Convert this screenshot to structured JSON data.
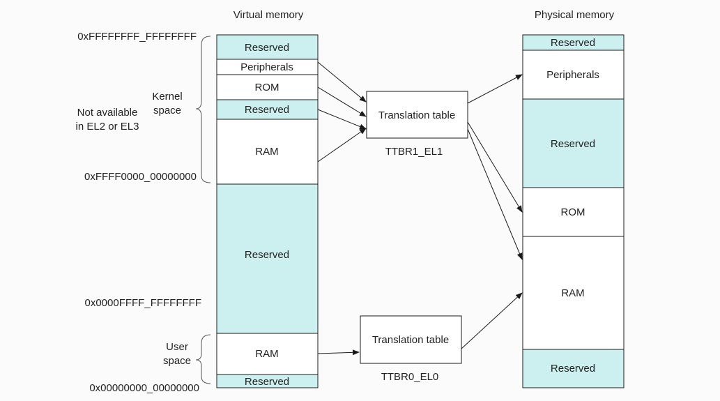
{
  "colors": {
    "reserved_fill": "#ccf0f0",
    "plain_fill": "#ffffff",
    "line": "#1a1a1a",
    "text": "#222222"
  },
  "virtual": {
    "title": "Virtual memory",
    "regions": [
      {
        "label": "Reserved",
        "kind": "reserved"
      },
      {
        "label": "Peripherals",
        "kind": "plain"
      },
      {
        "label": "ROM",
        "kind": "plain"
      },
      {
        "label": "Reserved",
        "kind": "reserved"
      },
      {
        "label": "RAM",
        "kind": "plain"
      },
      {
        "label": "Reserved",
        "kind": "reserved"
      },
      {
        "label": "RAM",
        "kind": "plain"
      },
      {
        "label": "Reserved",
        "kind": "reserved"
      }
    ]
  },
  "physical": {
    "title": "Physical memory",
    "regions": [
      {
        "label": "Reserved",
        "kind": "reserved"
      },
      {
        "label": "Peripherals",
        "kind": "plain"
      },
      {
        "label": "Reserved",
        "kind": "reserved"
      },
      {
        "label": "ROM",
        "kind": "plain"
      },
      {
        "label": "RAM",
        "kind": "plain"
      },
      {
        "label": "Reserved",
        "kind": "reserved"
      }
    ]
  },
  "tables": {
    "ttbr1": {
      "label": "Translation table",
      "caption": "TTBR1_EL1"
    },
    "ttbr0": {
      "label": "Translation table",
      "caption": "TTBR0_EL0"
    }
  },
  "addresses": [
    "0xFFFFFFFF_FFFFFFFF",
    "0xFFFF0000_00000000",
    "0x0000FFFF_FFFFFFFF",
    "0x00000000_00000000"
  ],
  "annotations": {
    "kernel_line1": "Kernel",
    "kernel_line2": "space",
    "not_available_line1": "Not available",
    "not_available_line2": "in EL2 or EL3",
    "user_line1": "User",
    "user_line2": "space"
  }
}
